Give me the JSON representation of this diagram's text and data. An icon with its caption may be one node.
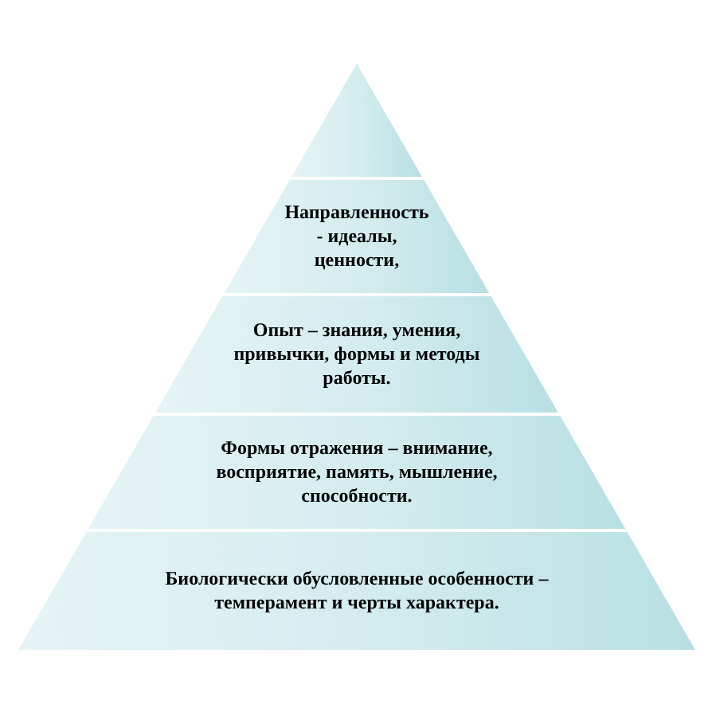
{
  "diagram": {
    "nodes": [
      {
        "text": [],
        "shape": "triangle"
      },
      {
        "text": [
          "Направленность - идеалы, ценности,"
        ]
      },
      {
        "text": [
          "Опыт – знания, умения, привычки, формы и методы работы."
        ]
      },
      {
        "text": [
          "Формы отражения – внимание, восприятие, память, мышление, способности."
        ]
      },
      {
        "text": [
          "Биологически обусловленные особенности – темперамент и черты характера."
        ]
      }
    ]
  }
}
